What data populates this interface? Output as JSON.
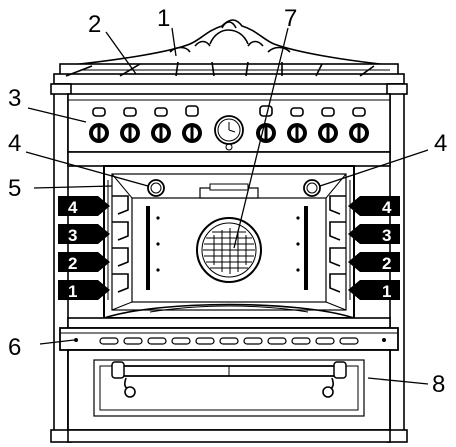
{
  "callouts": {
    "c1": "1",
    "c2": "2",
    "c3": "3",
    "c4_left": "4",
    "c4_right": "4",
    "c5": "5",
    "c6": "6",
    "c7": "7",
    "c8": "8"
  },
  "shelf_levels": {
    "left": [
      "4",
      "3",
      "2",
      "1"
    ],
    "right": [
      "4",
      "3",
      "2",
      "1"
    ]
  },
  "colors": {
    "line": "#000000",
    "fill_dark": "#000000",
    "fill_light": "#ffffff",
    "fill_grey": "#d9d9d9"
  }
}
